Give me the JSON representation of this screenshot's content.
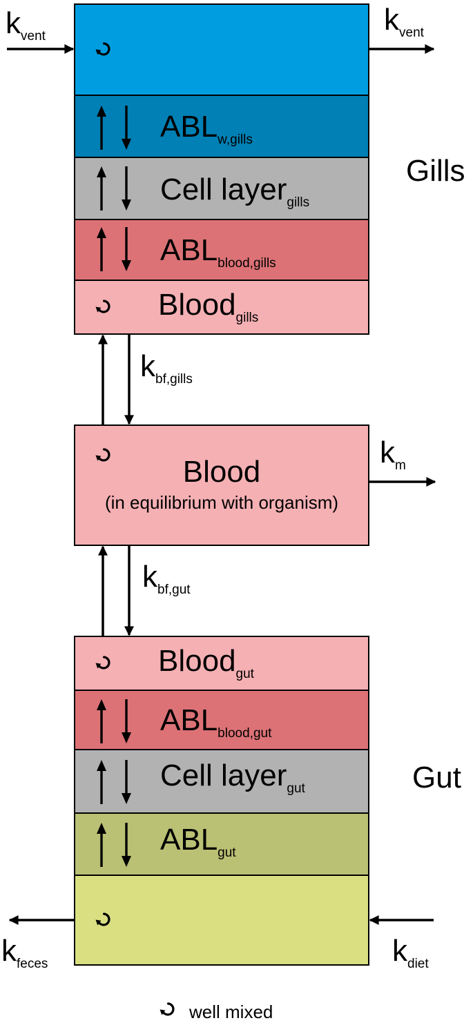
{
  "colors": {
    "water": "#009ee0",
    "abl_water": "#0080b4",
    "cell_layer": "#b2b2b2",
    "abl_blood": "#dc7276",
    "blood": "#f5b0b4",
    "abl_gut": "#bac074",
    "gut_lumen": "#dadf82",
    "line": "#000000"
  },
  "icons": {
    "mixing": "circular-arrow-icon",
    "diffusion": "up-down-arrows-icon"
  },
  "gills": {
    "section_label": "Gills",
    "inflow": {
      "base": "k",
      "sub": "vent"
    },
    "outflow": {
      "base": "k",
      "sub": "vent"
    },
    "layers": {
      "abl_water": {
        "base": "ABL",
        "sub": "w,gills"
      },
      "cell_layer": {
        "base": "Cell layer",
        "sub": "gills"
      },
      "abl_blood": {
        "base": "ABL",
        "sub": "blood,gills"
      },
      "blood": {
        "base": "Blood",
        "sub": "gills"
      }
    }
  },
  "central_blood": {
    "title": "Blood",
    "subtitle": "(in equilibrium with organism)",
    "metabolism": {
      "base": "k",
      "sub": "m"
    },
    "flow_gills": {
      "base": "k",
      "sub": "bf,gills"
    },
    "flow_gut": {
      "base": "k",
      "sub": "bf,gut"
    }
  },
  "gut": {
    "section_label": "Gut",
    "feces": {
      "base": "k",
      "sub": "feces"
    },
    "diet": {
      "base": "k",
      "sub": "diet"
    },
    "layers": {
      "blood": {
        "base": "Blood",
        "sub": "gut"
      },
      "abl_blood": {
        "base": "ABL",
        "sub": "blood,gut"
      },
      "cell_layer": {
        "base": "Cell layer",
        "sub": "gut"
      },
      "abl_gut": {
        "base": "ABL",
        "sub": "gut"
      }
    }
  },
  "legend": {
    "label": "well mixed"
  }
}
